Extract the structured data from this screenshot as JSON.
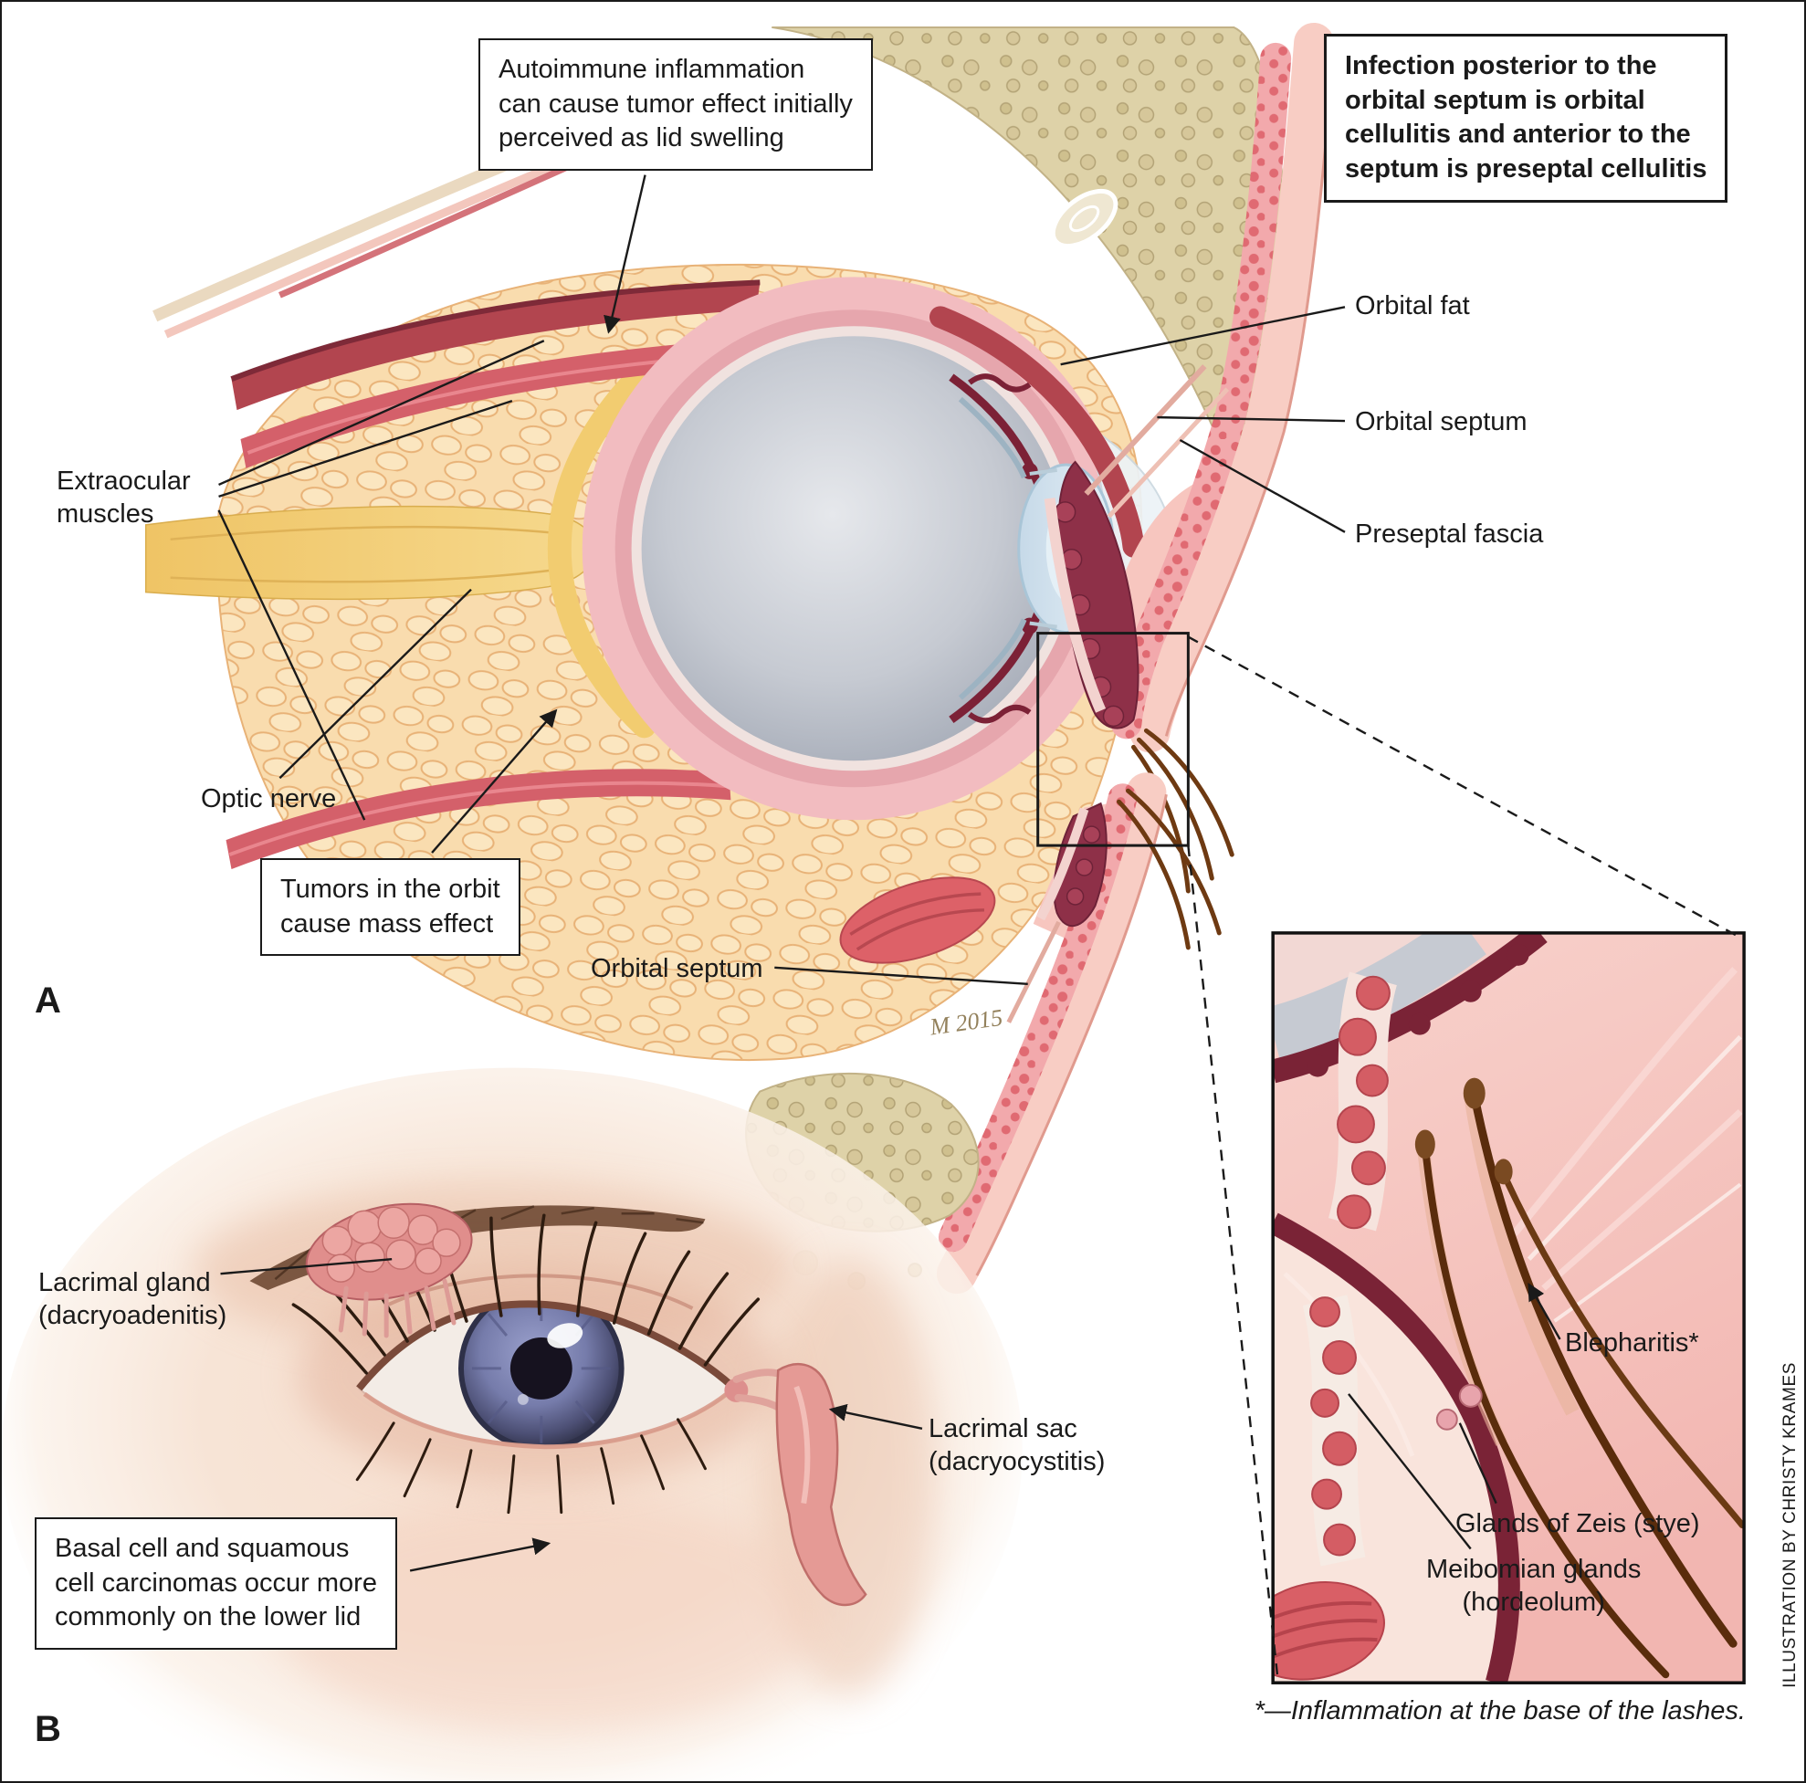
{
  "figure": {
    "panel_a_letter": "A",
    "panel_b_letter": "B",
    "credit": "ILLUSTRATION BY CHRISTY KRAMES",
    "footnote": "*—Inflammation at the base of the lashes.",
    "signature": "M 2015"
  },
  "panel_a": {
    "callout_autoimmune": "Autoimmune inflammation\ncan cause tumor effect initially\nperceived as lid swelling",
    "callout_infection": "Infection posterior to the\norbital septum is orbital\ncellulitis and anterior to the\nseptum is preseptal cellulitis",
    "callout_tumors": "Tumors in the orbit\ncause mass effect",
    "label_extraocular_muscles": "Extraocular\nmuscles",
    "label_optic_nerve": "Optic nerve",
    "label_orbital_fat": "Orbital fat",
    "label_orbital_septum_upper": "Orbital septum",
    "label_preseptal_fascia": "Preseptal fascia",
    "label_orbital_septum_lower": "Orbital septum"
  },
  "panel_b": {
    "label_lacrimal_gland": "Lacrimal gland\n(dacryoadenitis)",
    "label_lacrimal_sac": "Lacrimal sac\n(dacryocystitis)",
    "callout_basal_cell": "Basal cell and squamous\ncell carcinomas occur more\ncommonly on the lower lid"
  },
  "inset": {
    "label_blepharitis": "Blepharitis*",
    "label_glands_of_zeis": "Glands of Zeis (stye)",
    "label_meibomian": "Meibomian glands\n(hordeolum)"
  },
  "palette": {
    "ink": "#1a1a1a",
    "muscle_red": "#d4606a",
    "fat_peach": "#f9dcae",
    "bone_tan": "#ded2a8",
    "nerve_yellow": "#f2cc70",
    "tarsus_maroon": "#8e3048",
    "skin_pink": "#f8cdc4",
    "globe_gray": "#c6cad2"
  }
}
